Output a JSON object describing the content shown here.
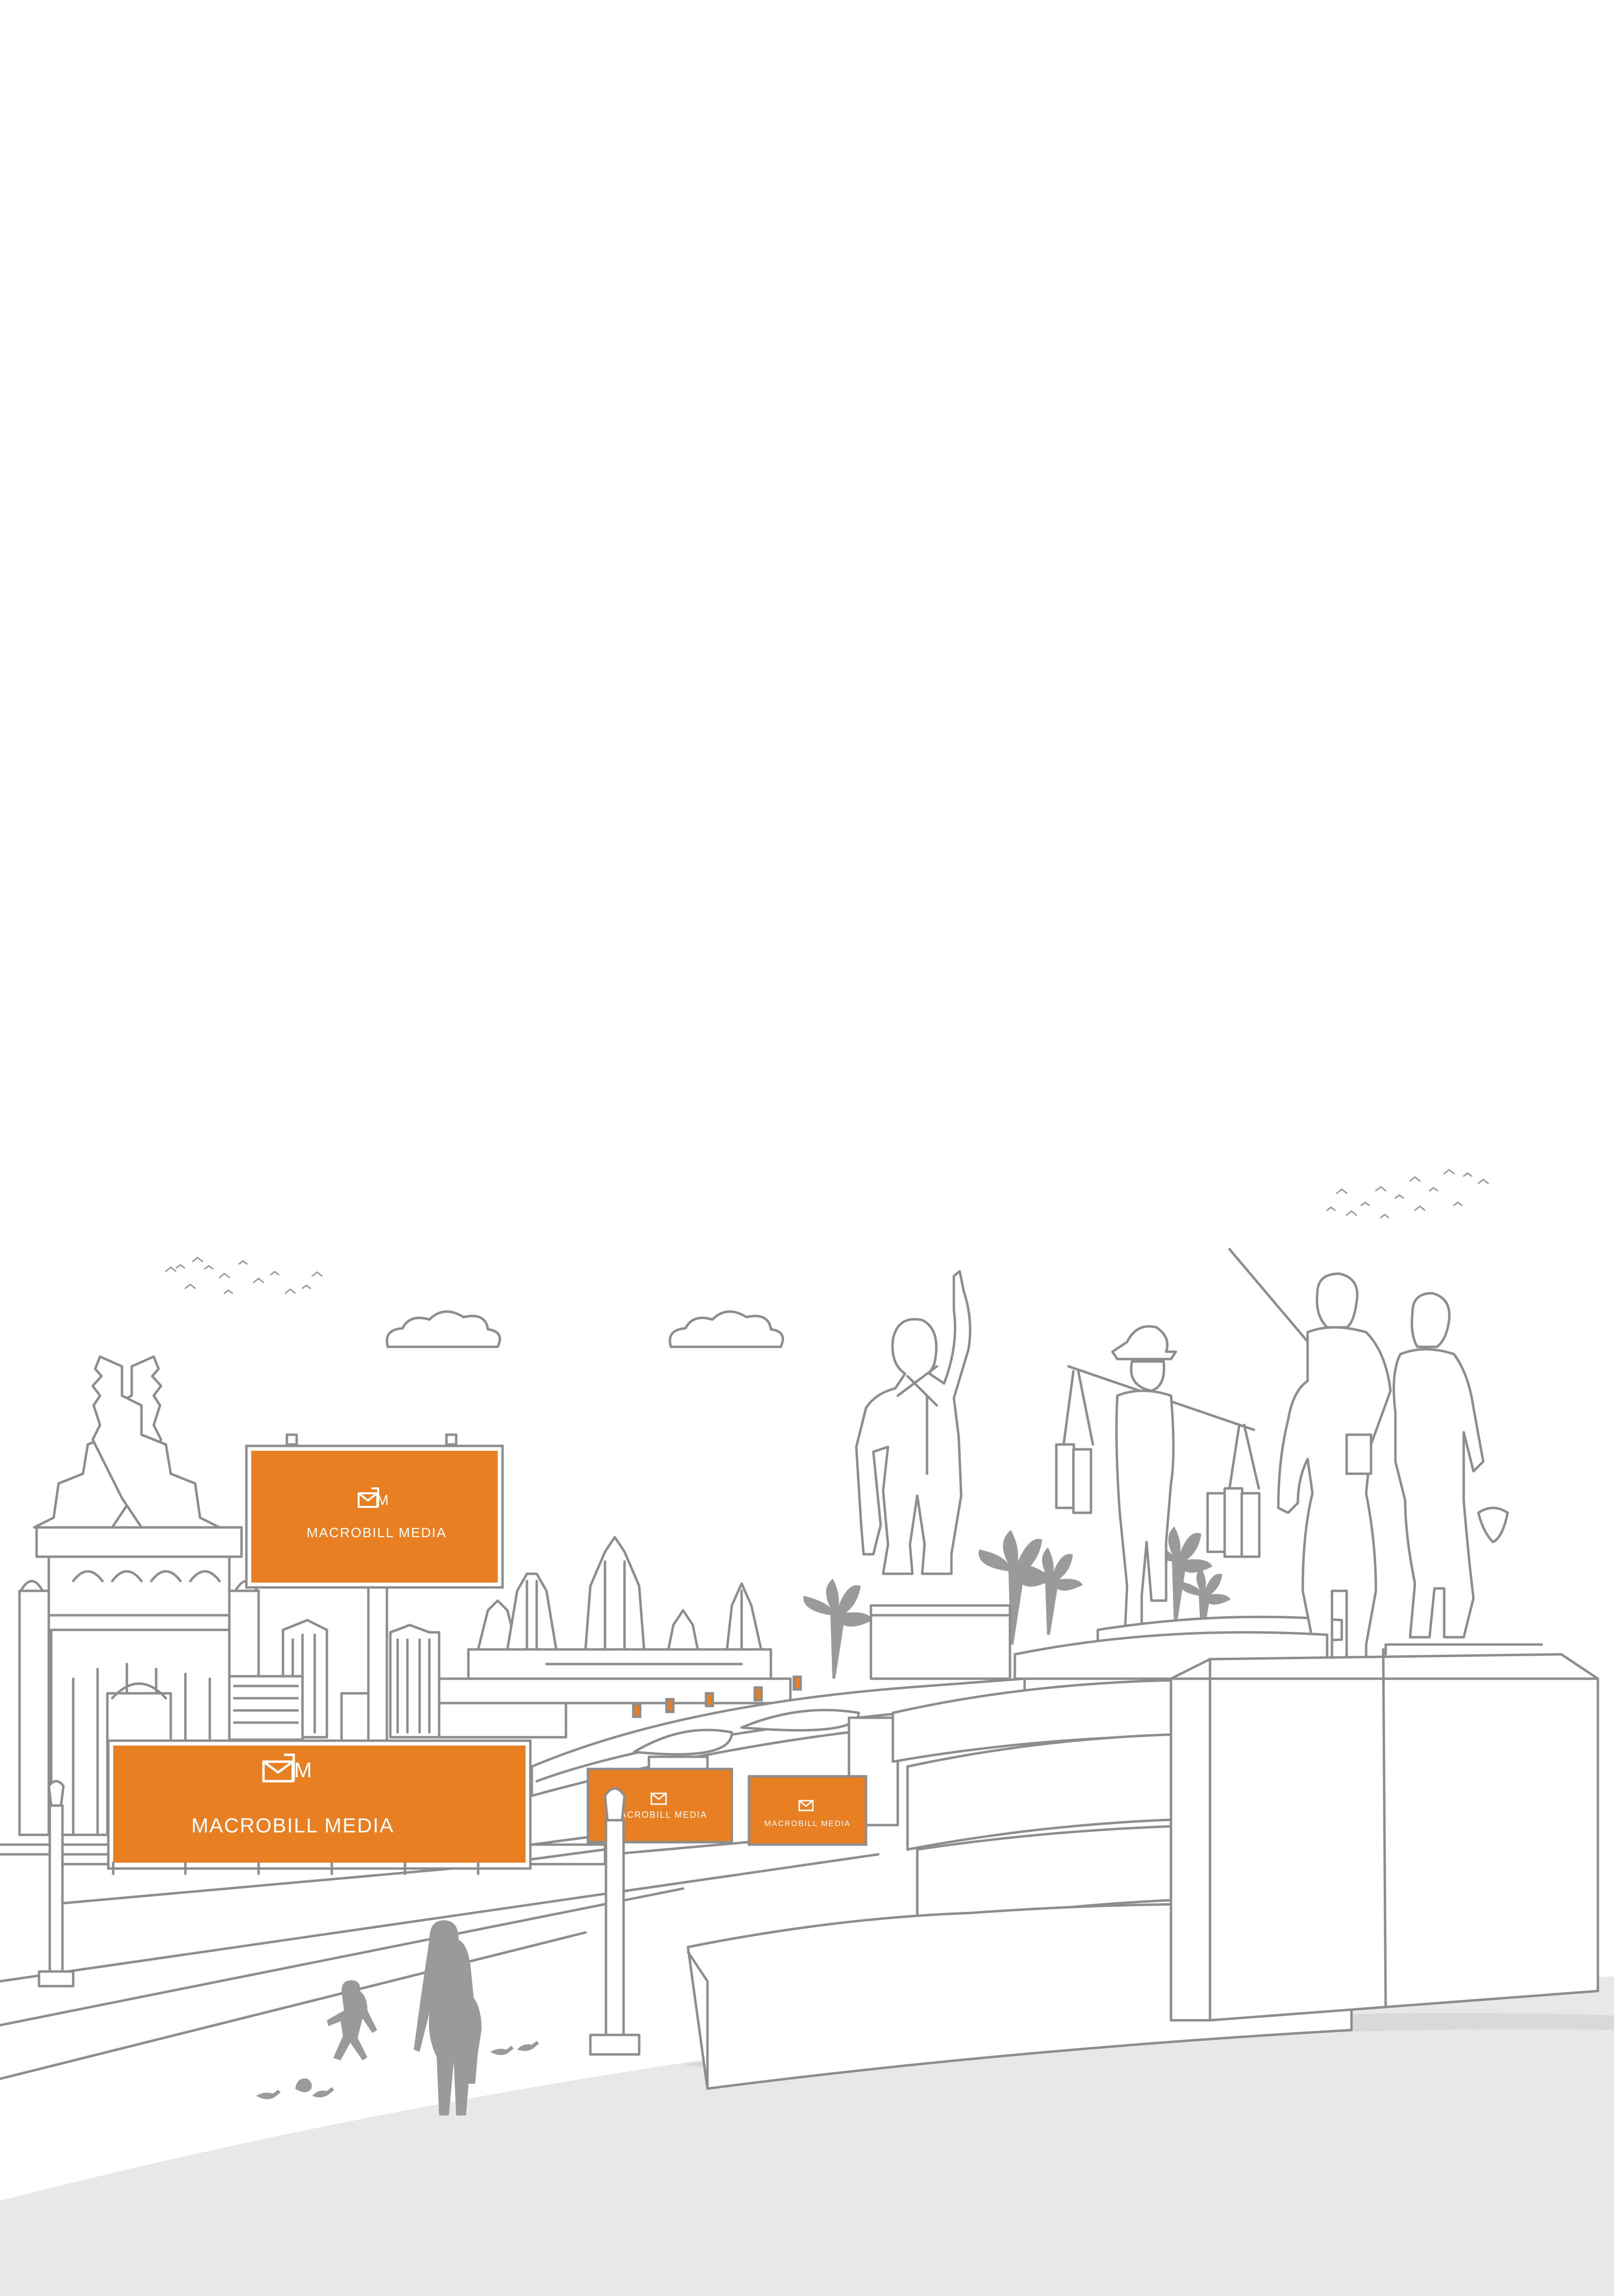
{
  "colors": {
    "background": "#ffffff",
    "line_art": "#8d8d8d",
    "ground": "#e8e8e8",
    "billboard": "#e87f22",
    "billboard_text": "#ffffff"
  },
  "billboards": [
    {
      "label": "MACROBILL MEDIA"
    },
    {
      "label": "MACROBILL MEDIA"
    },
    {
      "label": "MACROBILL MEDIA"
    },
    {
      "label": "MACROBILL MEDIA"
    }
  ],
  "logo_mark": {
    "letter": "M"
  },
  "icons": [
    "bird-flock-icon",
    "cloud-icon",
    "palm-tree-icon",
    "pigeon-icon"
  ]
}
